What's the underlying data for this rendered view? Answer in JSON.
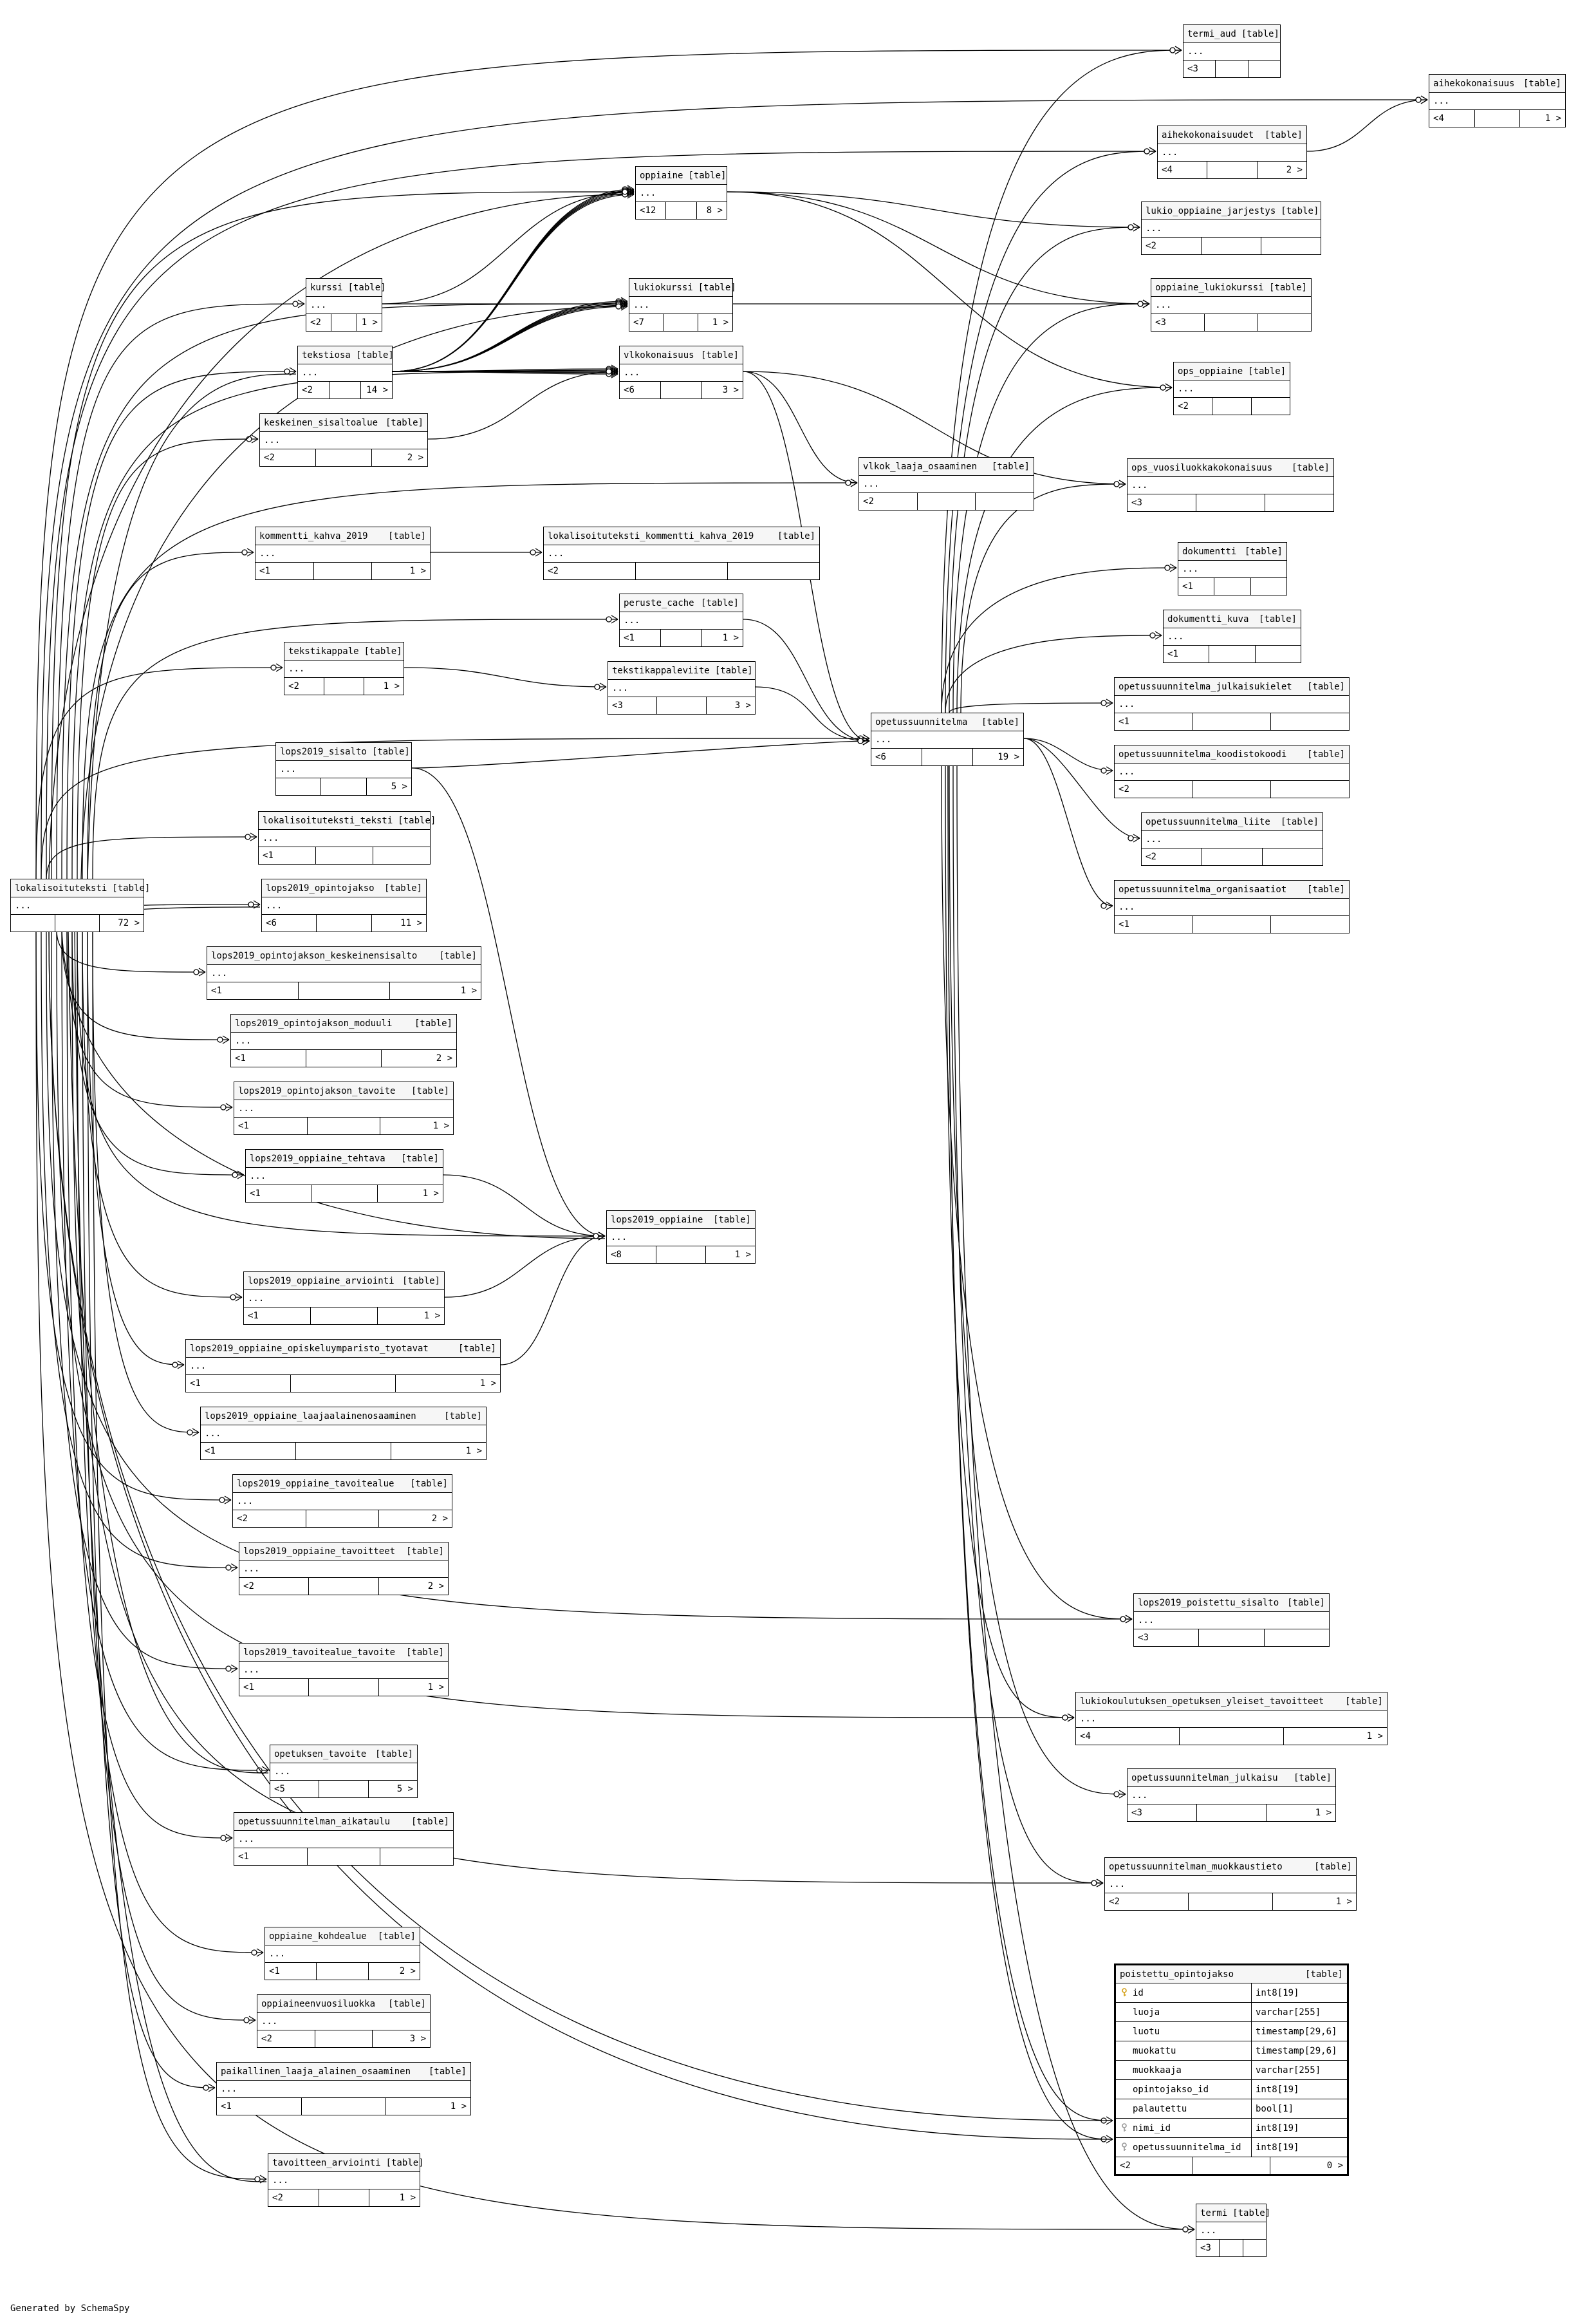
{
  "footer": "Generated by SchemaSpy",
  "tag": "[table]",
  "ellipsis": "...",
  "tables": [
    {
      "id": "termi_aud",
      "name": "termi_aud",
      "lt": "3",
      "gt": ""
    },
    {
      "id": "aihekokonaisuus",
      "name": "aihekokonaisuus",
      "lt": "4",
      "gt": "1"
    },
    {
      "id": "aihekokonaisuudet",
      "name": "aihekokonaisuudet",
      "lt": "4",
      "gt": "2"
    },
    {
      "id": "oppiaine",
      "name": "oppiaine",
      "lt": "12",
      "gt": "8"
    },
    {
      "id": "lukio_oppiaine_jarjestys",
      "name": "lukio_oppiaine_jarjestys",
      "lt": "2",
      "gt": ""
    },
    {
      "id": "kurssi",
      "name": "kurssi",
      "lt": "2",
      "gt": "1"
    },
    {
      "id": "lukiokurssi",
      "name": "lukiokurssi",
      "lt": "7",
      "gt": "1"
    },
    {
      "id": "oppiaine_lukiokurssi",
      "name": "oppiaine_lukiokurssi",
      "lt": "3",
      "gt": ""
    },
    {
      "id": "tekstiosa",
      "name": "tekstiosa",
      "lt": "2",
      "gt": "14"
    },
    {
      "id": "vlkokonaisuus",
      "name": "vlkokonaisuus",
      "lt": "6",
      "gt": "3"
    },
    {
      "id": "ops_oppiaine",
      "name": "ops_oppiaine",
      "lt": "2",
      "gt": ""
    },
    {
      "id": "keskeinen_sisaltoalue",
      "name": "keskeinen_sisaltoalue",
      "lt": "2",
      "gt": "2"
    },
    {
      "id": "vlkok_laaja_osaaminen",
      "name": "vlkok_laaja_osaaminen",
      "lt": "2",
      "gt": ""
    },
    {
      "id": "ops_vuosiluokkakokonaisuus",
      "name": "ops_vuosiluokkakokonaisuus",
      "lt": "3",
      "gt": ""
    },
    {
      "id": "kommentti_kahva_2019",
      "name": "kommentti_kahva_2019",
      "lt": "1",
      "gt": "1"
    },
    {
      "id": "lokalisoituteksti_kommentti_kahva_2019",
      "name": "lokalisoituteksti_kommentti_kahva_2019",
      "lt": "2",
      "gt": ""
    },
    {
      "id": "dokumentti",
      "name": "dokumentti",
      "lt": "1",
      "gt": ""
    },
    {
      "id": "peruste_cache",
      "name": "peruste_cache",
      "lt": "1",
      "gt": "1"
    },
    {
      "id": "dokumentti_kuva",
      "name": "dokumentti_kuva",
      "lt": "1",
      "gt": ""
    },
    {
      "id": "tekstikappale",
      "name": "tekstikappale",
      "lt": "2",
      "gt": "1"
    },
    {
      "id": "tekstikappaleviite",
      "name": "tekstikappaleviite",
      "lt": "3",
      "gt": "3"
    },
    {
      "id": "opetussuunnitelma_julkaisukielet",
      "name": "opetussuunnitelma_julkaisukielet",
      "lt": "1",
      "gt": ""
    },
    {
      "id": "opetussuunnitelma",
      "name": "opetussuunnitelma",
      "lt": "6",
      "gt": "19"
    },
    {
      "id": "lops2019_sisalto",
      "name": "lops2019_sisalto",
      "lt": "",
      "gt": "5"
    },
    {
      "id": "opetussuunnitelma_koodistokoodi",
      "name": "opetussuunnitelma_koodistokoodi",
      "lt": "2",
      "gt": ""
    },
    {
      "id": "lokalisoituteksti_teksti",
      "name": "lokalisoituteksti_teksti",
      "lt": "1",
      "gt": ""
    },
    {
      "id": "opetussuunnitelma_liite",
      "name": "opetussuunnitelma_liite",
      "lt": "2",
      "gt": ""
    },
    {
      "id": "lokalisoituteksti",
      "name": "lokalisoituteksti",
      "lt": "",
      "gt": "72"
    },
    {
      "id": "lops2019_opintojakso",
      "name": "lops2019_opintojakso",
      "lt": "6",
      "gt": "11"
    },
    {
      "id": "opetussuunnitelma_organisaatiot",
      "name": "opetussuunnitelma_organisaatiot",
      "lt": "1",
      "gt": ""
    },
    {
      "id": "lops2019_opintojakson_keskeinensisalto",
      "name": "lops2019_opintojakson_keskeinensisalto",
      "lt": "1",
      "gt": "1"
    },
    {
      "id": "lops2019_opintojakson_moduuli",
      "name": "lops2019_opintojakson_moduuli",
      "lt": "1",
      "gt": "2"
    },
    {
      "id": "lops2019_opintojakson_tavoite",
      "name": "lops2019_opintojakson_tavoite",
      "lt": "1",
      "gt": "1"
    },
    {
      "id": "lops2019_oppiaine_tehtava",
      "name": "lops2019_oppiaine_tehtava",
      "lt": "1",
      "gt": "1"
    },
    {
      "id": "lops2019_oppiaine",
      "name": "lops2019_oppiaine",
      "lt": "8",
      "gt": "1"
    },
    {
      "id": "lops2019_oppiaine_arviointi",
      "name": "lops2019_oppiaine_arviointi",
      "lt": "1",
      "gt": "1"
    },
    {
      "id": "lops2019_oppiaine_opiskeluymparisto_tyotavat",
      "name": "lops2019_oppiaine_opiskeluymparisto_tyotavat",
      "lt": "1",
      "gt": "1"
    },
    {
      "id": "lops2019_oppiaine_laajaalainenosaaminen",
      "name": "lops2019_oppiaine_laajaalainenosaaminen",
      "lt": "1",
      "gt": "1"
    },
    {
      "id": "lops2019_oppiaine_tavoitealue",
      "name": "lops2019_oppiaine_tavoitealue",
      "lt": "2",
      "gt": "2"
    },
    {
      "id": "lops2019_oppiaine_tavoitteet",
      "name": "lops2019_oppiaine_tavoitteet",
      "lt": "2",
      "gt": "2"
    },
    {
      "id": "lops2019_poistettu_sisalto",
      "name": "lops2019_poistettu_sisalto",
      "lt": "3",
      "gt": ""
    },
    {
      "id": "lops2019_tavoitealue_tavoite",
      "name": "lops2019_tavoitealue_tavoite",
      "lt": "1",
      "gt": "1"
    },
    {
      "id": "lukiokoulutuksen_opetuksen_yleiset_tavoitteet",
      "name": "lukiokoulutuksen_opetuksen_yleiset_tavoitteet",
      "lt": "4",
      "gt": "1"
    },
    {
      "id": "opetuksen_tavoite",
      "name": "opetuksen_tavoite",
      "lt": "5",
      "gt": "5"
    },
    {
      "id": "opetussuunnitelman_julkaisu",
      "name": "opetussuunnitelman_julkaisu",
      "lt": "3",
      "gt": "1"
    },
    {
      "id": "opetussuunnitelman_aikataulu",
      "name": "opetussuunnitelman_aikataulu",
      "lt": "1",
      "gt": ""
    },
    {
      "id": "opetussuunnitelman_muokkaustieto",
      "name": "opetussuunnitelman_muokkaustieto",
      "lt": "2",
      "gt": "1"
    },
    {
      "id": "oppiaine_kohdealue",
      "name": "oppiaine_kohdealue",
      "lt": "1",
      "gt": "2"
    },
    {
      "id": "oppiaineenvuosiluokka",
      "name": "oppiaineenvuosiluokka",
      "lt": "2",
      "gt": "3"
    },
    {
      "id": "paikallinen_laaja_alainen_osaaminen",
      "name": "paikallinen_laaja_alainen_osaaminen",
      "lt": "1",
      "gt": "1"
    },
    {
      "id": "tavoitteen_arviointi",
      "name": "tavoitteen_arviointi",
      "lt": "2",
      "gt": "1"
    },
    {
      "id": "termi",
      "name": "termi",
      "lt": "3",
      "gt": ""
    }
  ],
  "focus_table": {
    "name": "poistettu_opintojakso",
    "lt": "2",
    "gt": "0",
    "columns": [
      {
        "name": "id",
        "type": "int8[19]",
        "key": "primary"
      },
      {
        "name": "luoja",
        "type": "varchar[255]",
        "key": ""
      },
      {
        "name": "luotu",
        "type": "timestamp[29,6]",
        "key": ""
      },
      {
        "name": "muokattu",
        "type": "timestamp[29,6]",
        "key": ""
      },
      {
        "name": "muokkaaja",
        "type": "varchar[255]",
        "key": ""
      },
      {
        "name": "opintojakso_id",
        "type": "int8[19]",
        "key": ""
      },
      {
        "name": "palautettu",
        "type": "bool[1]",
        "key": ""
      },
      {
        "name": "nimi_id",
        "type": "int8[19]",
        "key": "foreign"
      },
      {
        "name": "opetussuunnitelma_id",
        "type": "int8[19]",
        "key": "foreign"
      }
    ]
  }
}
